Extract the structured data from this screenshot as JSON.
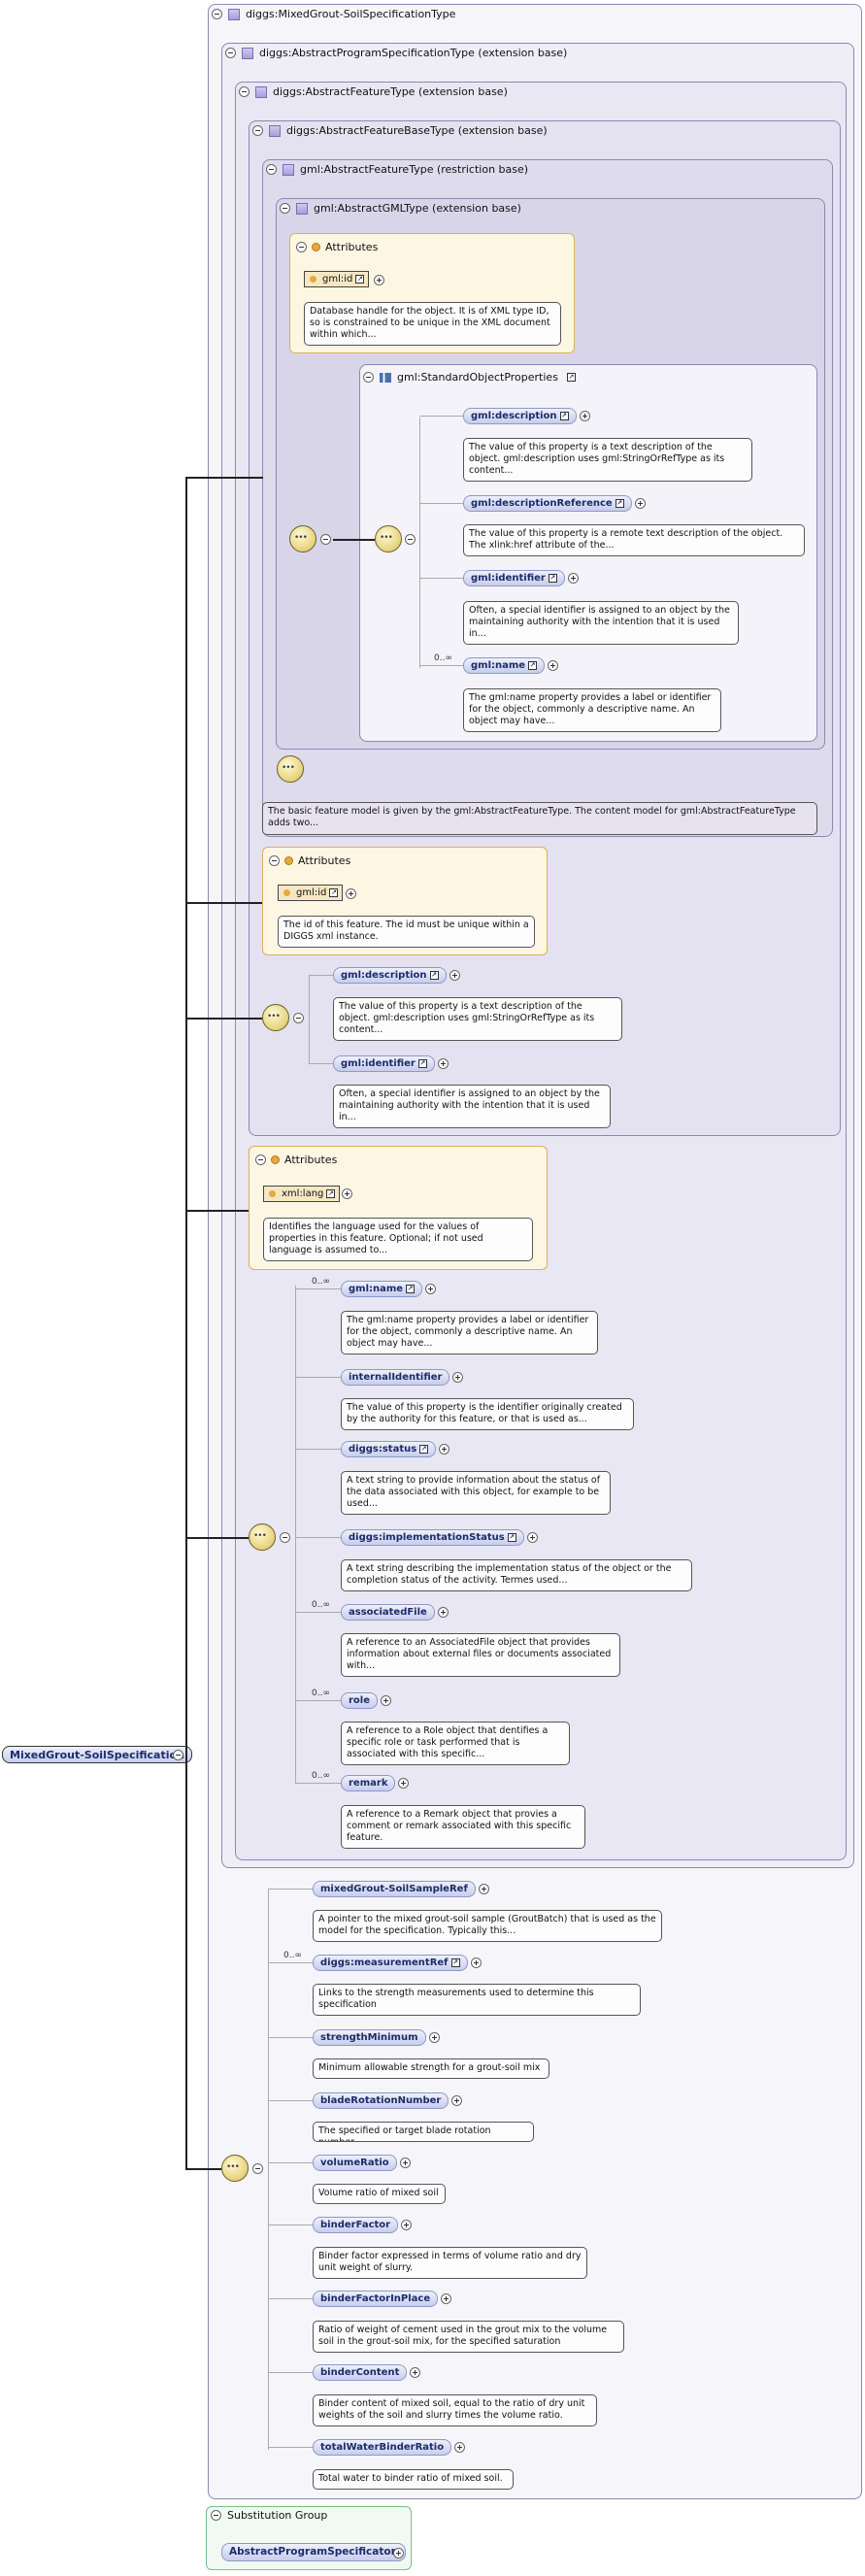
{
  "root": {
    "label": "MixedGrout-SoilSpecification"
  },
  "types": {
    "t0": "diggs:MixedGrout-SoilSpecificationType",
    "t1": "diggs:AbstractProgramSpecificationType (extension base)",
    "t2": "diggs:AbstractFeatureType (extension base)",
    "t3": "diggs:AbstractFeatureBaseType (extension base)",
    "t4": "gml:AbstractFeatureType (restriction base)",
    "t5": "gml:AbstractGMLType (extension base)",
    "std": "gml:StandardObjectProperties"
  },
  "attributes_label": "Attributes",
  "gml_attr": {
    "name": "gml:id",
    "doc": "Database handle for the object. It is of XML type ID, so is constrained to be unique in the XML document within which..."
  },
  "std_props": [
    {
      "name": "gml:description",
      "occ": "",
      "doc": "The value of this property is a text description of the object. gml:description uses gml:StringOrRefType as its content..."
    },
    {
      "name": "gml:descriptionReference",
      "occ": "",
      "doc": "The value of this property is a remote text description of the object. The xlink:href attribute of the..."
    },
    {
      "name": "gml:identifier",
      "occ": "",
      "doc": "Often, a special identifier is assigned to an object by the maintaining authority with the intention that it is used in..."
    },
    {
      "name": "gml:name",
      "occ": "0..∞",
      "doc": "The gml:name property provides a label or identifier for the object, commonly a descriptive name. An object may have..."
    }
  ],
  "feature_doc": "The basic feature model is given by the gml:AbstractFeatureType. The content model for gml:AbstractFeatureType adds two...",
  "base_attr": {
    "name": "gml:id",
    "doc": "The id of this feature. The id must be unique within a DIGGS xml instance."
  },
  "base_props": [
    {
      "name": "gml:description",
      "doc": "The value of this property is a text description of the object. gml:description uses gml:StringOrRefType as its content..."
    },
    {
      "name": "gml:identifier",
      "doc": "Often, a special identifier is assigned to an object by the maintaining authority with the intention that it is used in..."
    }
  ],
  "feat_attr": {
    "name": "xml:lang",
    "doc": "Identifies the language used for the values of properties in this feature. Optional; if not used language is assumed to..."
  },
  "feat_props": [
    {
      "name": "gml:name",
      "occ": "0..∞",
      "doc": "The gml:name property provides a label or identifier for the object, commonly a descriptive name. An object may have..."
    },
    {
      "name": "internalIdentifier",
      "occ": "",
      "doc": "The value of this property is the identifier originally created by the authority for this feature, or that is used as..."
    },
    {
      "name": "diggs:status",
      "occ": "",
      "doc": "A text string to provide information about the status of the data associated with this object, for example to be used..."
    },
    {
      "name": "diggs:implementationStatus",
      "occ": "",
      "doc": "A text string describing the implementation status of the object or the completion status of the activity. Termes used..."
    },
    {
      "name": "associatedFile",
      "occ": "0..∞",
      "doc": "A reference to an AssociatedFile object that provides information about external files or documents associated with..."
    },
    {
      "name": "role",
      "occ": "0..∞",
      "doc": "A reference to a Role object that dentifies a specific role or task performed that is associated with this specific..."
    },
    {
      "name": "remark",
      "occ": "0..∞",
      "doc": "A reference to a Remark object that provies a comment or remark associated with this specific feature."
    }
  ],
  "spec_props": [
    {
      "name": "mixedGrout-SoilSampleRef",
      "occ": "",
      "doc": "A pointer to the mixed grout-soil sample (GroutBatch) that is used as the model for the specification. Typically this..."
    },
    {
      "name": "diggs:measurementRef",
      "occ": "0..∞",
      "doc": "Links to the strength measurements used to determine this specification"
    },
    {
      "name": "strengthMinimum",
      "occ": "",
      "doc": "Minimum allowable strength for a grout-soil mix"
    },
    {
      "name": "bladeRotationNumber",
      "occ": "",
      "doc": "The specified or target blade rotation number"
    },
    {
      "name": "volumeRatio",
      "occ": "",
      "doc": "Volume ratio of mixed soil"
    },
    {
      "name": "binderFactor",
      "occ": "",
      "doc": "Binder factor expressed in terms of volume ratio and dry unit weight of slurry."
    },
    {
      "name": "binderFactorInPlace",
      "occ": "",
      "doc": "Ratio of weight of cement used in the grout mix to the volume soil in the grout-soil mix, for the specified saturation"
    },
    {
      "name": "binderContent",
      "occ": "",
      "doc": "Binder content of mixed soil, equal to the ratio of dry unit weights of the soil and slurry times the volume ratio."
    },
    {
      "name": "totalWaterBinderRatio",
      "occ": "",
      "doc": "Total water to binder ratio of mixed soil."
    }
  ],
  "substitution": {
    "label": "Substitution Group",
    "item": "AbstractProgramSpecificaton"
  }
}
